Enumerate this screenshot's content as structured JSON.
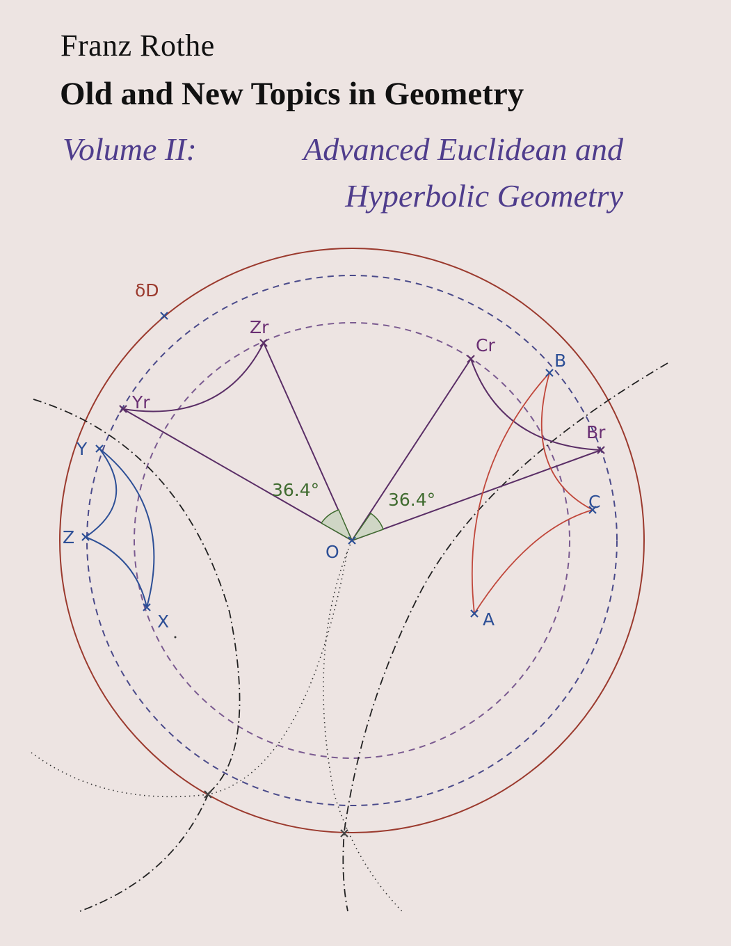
{
  "cover": {
    "author": "Franz Rothe",
    "title": "Old and New Topics in Geometry",
    "volume_label": "Volume II:",
    "subtitle_line1": "Advanced Euclidean and",
    "subtitle_line2": "Hyperbolic Geometry"
  },
  "figure": {
    "boundary_label": "δD",
    "center_label": "O",
    "angle_left": "36.4°",
    "angle_right": "36.4°",
    "points": {
      "A": "A",
      "B": "B",
      "C": "C",
      "X": "X",
      "Y": "Y",
      "Z": "Z",
      "Br": "Br",
      "Cr": "Cr",
      "Yr": "Yr",
      "Zr": "Zr"
    },
    "colors": {
      "background": "#ede4e2",
      "boundary": "#9b3a2e",
      "blue": "#2d4f96",
      "purple": "#6a2f73",
      "green_text": "#3f6b2f",
      "red_triangle": "#c0473b",
      "subtitle": "#4f3d8c"
    }
  }
}
